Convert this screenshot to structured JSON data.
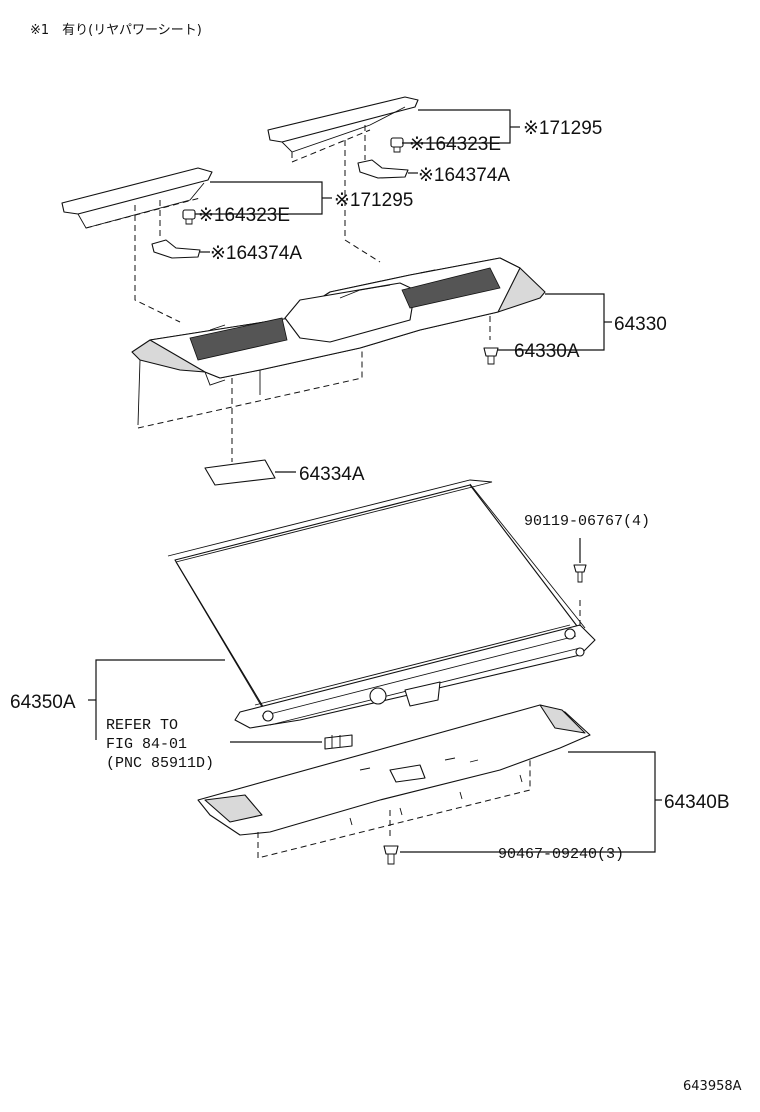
{
  "header_note": "※1　有り(リヤパワーシート)",
  "labels": {
    "l71295_a": "※171295",
    "l64323E_a": "※164323E",
    "l64374A_a": "※164374A",
    "l71295_b": "※171295",
    "l64323E_b": "※164323E",
    "l64374A_b": "※164374A",
    "l64330": "64330",
    "l64330A": "64330A",
    "l64334A": "64334A",
    "l90119": "90119-06767(4)",
    "l64350A": "64350A",
    "refer_line1": "REFER TO",
    "refer_line2": "FIG 84-01",
    "refer_line3": "(PNC 85911D)",
    "l64340B": "64340B",
    "l90467": "90467-09240(3)"
  },
  "figure_id": "643958A"
}
